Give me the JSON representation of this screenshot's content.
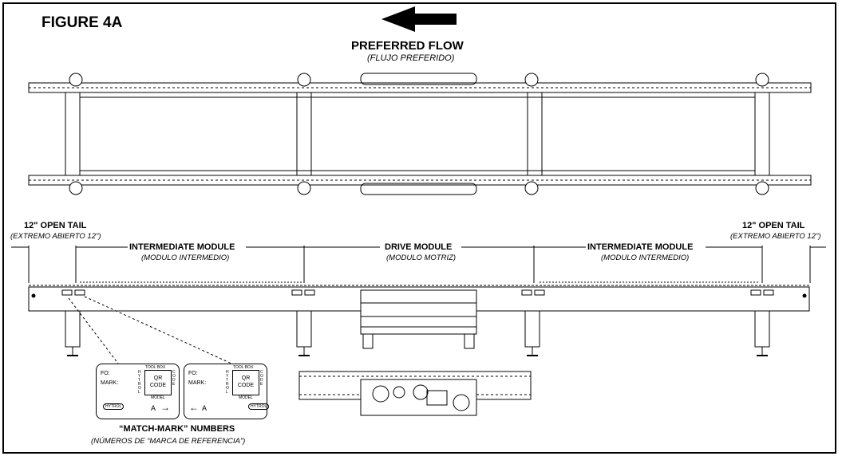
{
  "figure_title": "FIGURE 4A",
  "flow": {
    "label": "PREFERRED FLOW",
    "sublabel": "(FLUJO PREFERIDO)"
  },
  "left_tail": {
    "label": "12\" OPEN TAIL",
    "sublabel": "(EXTREMO ABIERTO 12\")"
  },
  "right_tail": {
    "label": "12\" OPEN TAIL",
    "sublabel": "(EXTREMO ABIERTO 12\")"
  },
  "modules": [
    {
      "label": "INTERMEDIATE MODULE",
      "sublabel": "(MODULO INTERMEDIO)"
    },
    {
      "label": "DRIVE MODULE",
      "sublabel": "(MODULO MOTRIZ)"
    },
    {
      "label": "INTERMEDIATE MODULE",
      "sublabel": "(MODULO INTERMEDIO)"
    }
  ],
  "match_mark": {
    "label": "“MATCH-MARK” NUMBERS",
    "sublabel": "(NÚMEROS DE “MARCA DE REFERENCIA”)",
    "tags": [
      {
        "fo": "FO:",
        "mark": "MARK:",
        "toolbox": "TOOL BOX",
        "brand": "HYTROL",
        "qr": "QR CODE",
        "code": "CODE",
        "model": "MODEL",
        "letter": "A",
        "arrow": "→"
      },
      {
        "fo": "FO:",
        "mark": "MARK:",
        "toolbox": "TOOL BOX",
        "brand": "HYTROL",
        "qr": "QR CODE",
        "code": "CODE",
        "model": "MODEL",
        "letter": "A",
        "arrow": "←"
      }
    ]
  }
}
